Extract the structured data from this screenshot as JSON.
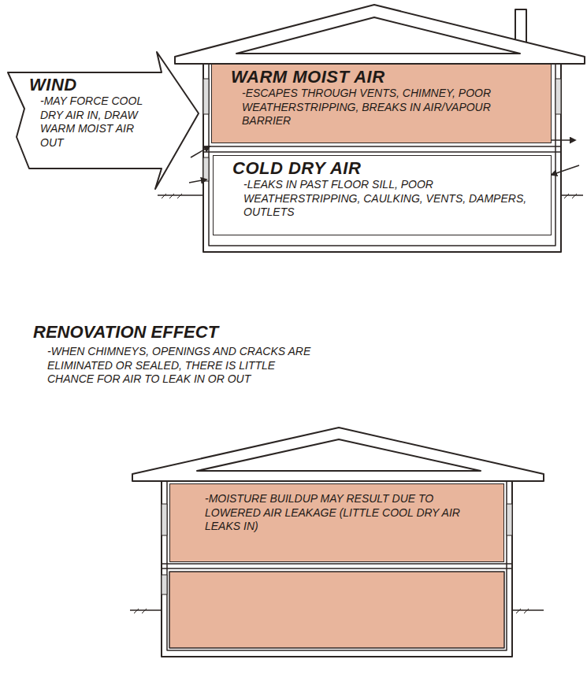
{
  "diagram": {
    "nodes": [
      {
        "text": [
          "WARM MOIST AIR",
          "-ESCAPES THROUGH VENTS, CHIMNEY, POOR WEATHERSTRIPPING, BREAKS IN AIR/VAPOUR BARRIER"
        ]
      },
      {
        "text": [
          "WIND",
          "-MAY FORCE COOL DRY AIR IN, DRAW WARM MOIST AIR OUT"
        ]
      },
      {
        "text": [
          "COLD DRY AIR",
          "-LEAKS IN PAST FLOOR SILL, POOR WEATHERSTRIPPING, CAULKING, VENTS, DAMPERS, OUTLETS"
        ]
      },
      {
        "text": [
          "-MOISTURE BUILDUP MAY RESULT DUE TO LOWERED AIR LEAKAGE (LITTLE COOL DRY AIR LEAKS IN)"
        ]
      }
    ],
    "labels": [
      "RENOVATION EFFECT",
      "-WHEN CHIMNEYS, OPENINGS AND CRACKS ARE ELIMINATED OR SEALED, THERE IS LITTLE CHANCE FOR AIR TO LEAK IN OR OUT"
    ]
  }
}
